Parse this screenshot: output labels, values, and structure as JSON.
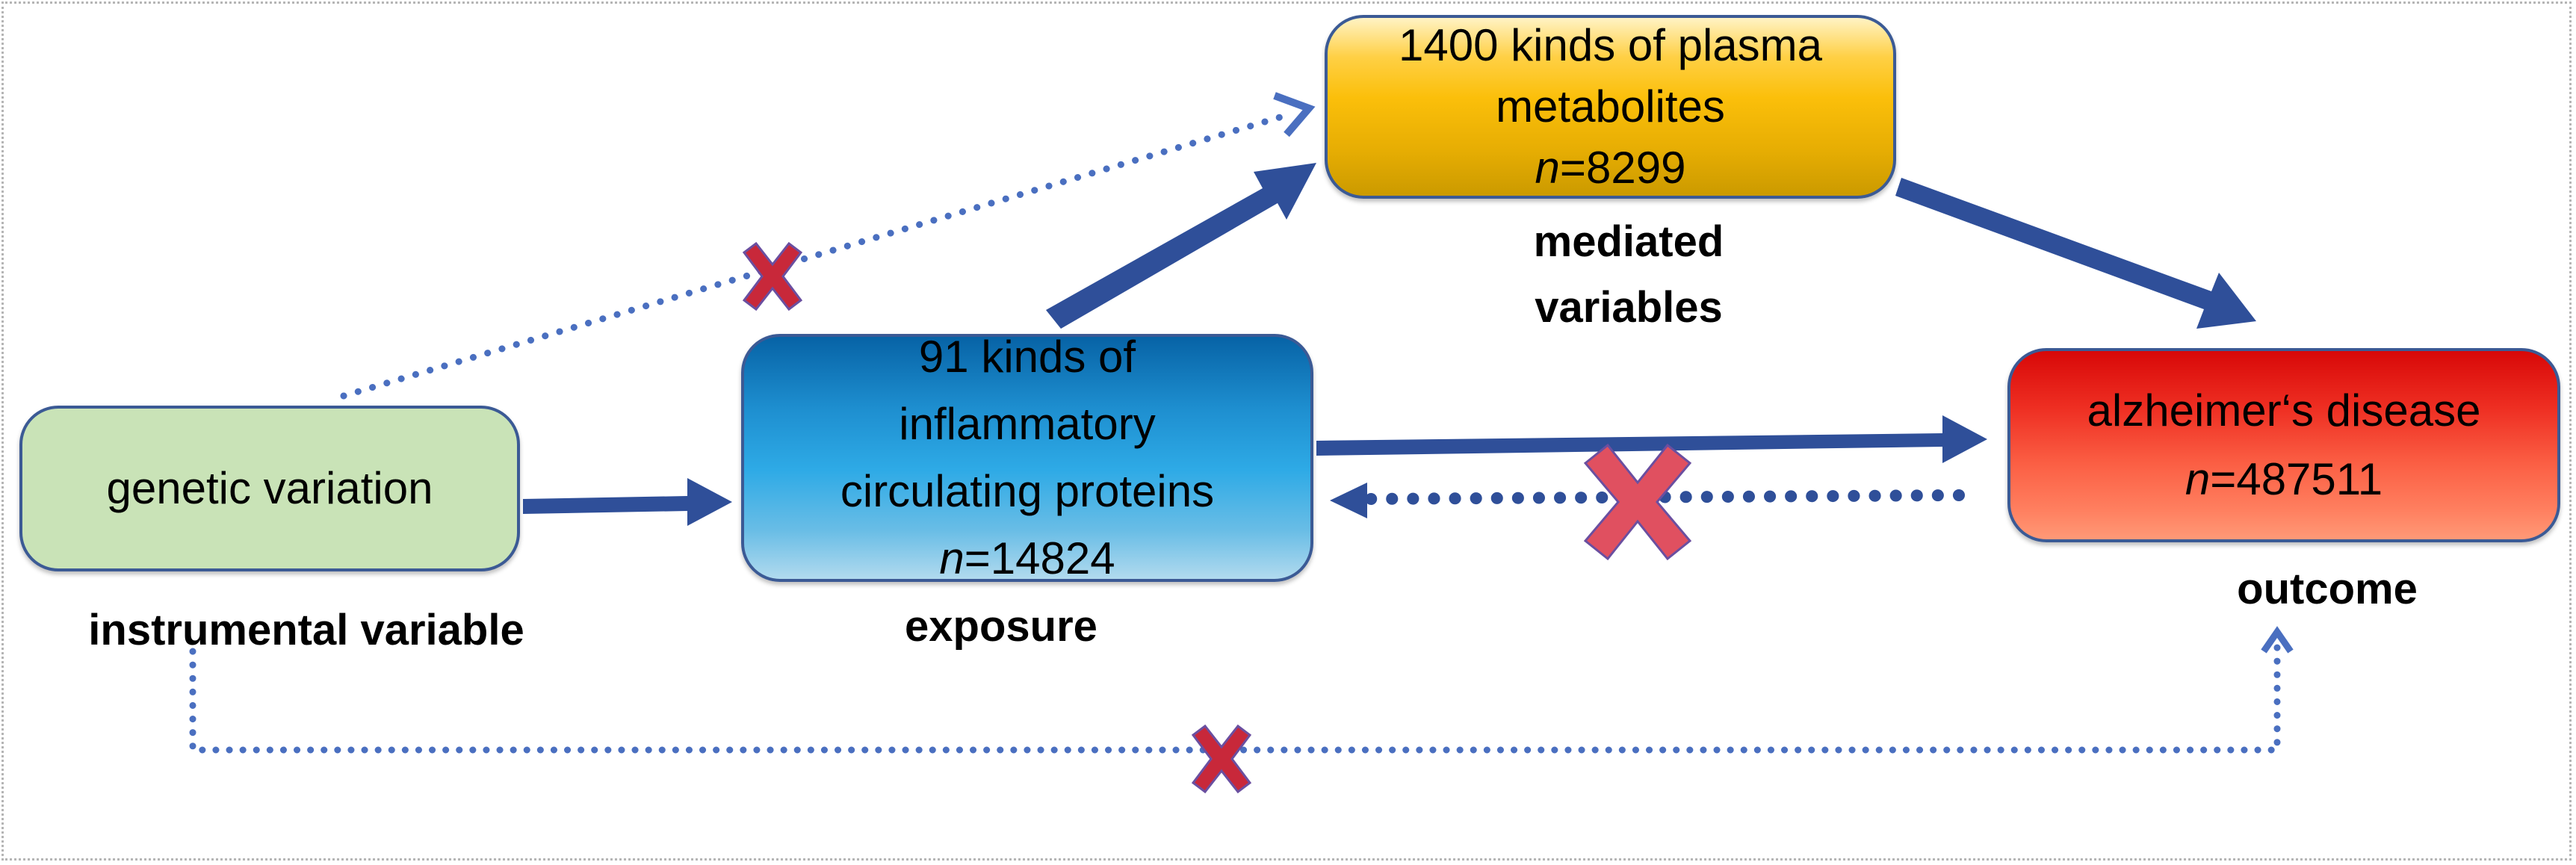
{
  "diagram": {
    "nodes": {
      "instrument": {
        "lines": [
          "genetic variation"
        ],
        "category_label": "instrumental variable",
        "color": "#c9e3b7"
      },
      "exposure": {
        "lines": [
          "91 kinds of",
          "inflammatory",
          "circulating proteins"
        ],
        "n_prefix": "n",
        "n_value": "=14824",
        "category_label": "exposure",
        "color": "#2eaae6"
      },
      "mediator": {
        "lines": [
          "1400 kinds of plasma",
          "metabolites"
        ],
        "n_prefix": "n",
        "n_value": "=8299",
        "category_label_lines": [
          "mediated",
          "variables"
        ],
        "color": "#fbbf0a"
      },
      "outcome": {
        "lines": [
          "alzheimer‘s disease"
        ],
        "n_prefix": "n",
        "n_value": "=487511",
        "category_label": "outcome",
        "color": "#ee2e22"
      }
    },
    "edges": [
      {
        "from": "instrument",
        "to": "exposure",
        "style": "solid",
        "blocked": false
      },
      {
        "from": "exposure",
        "to": "mediator",
        "style": "solid",
        "blocked": false
      },
      {
        "from": "mediator",
        "to": "outcome",
        "style": "solid",
        "blocked": false
      },
      {
        "from": "exposure",
        "to": "outcome",
        "style": "solid",
        "blocked": false
      },
      {
        "from": "outcome",
        "to": "exposure",
        "style": "dotted",
        "blocked": true
      },
      {
        "from": "instrument",
        "to": "mediator",
        "style": "dotted",
        "blocked": true
      },
      {
        "from": "instrument",
        "to": "outcome",
        "style": "dotted",
        "blocked": true
      }
    ],
    "colors": {
      "arrow": "#2f4f99",
      "dotted_arrow": "#4a6fc0",
      "block_mark": "#c8283a",
      "block_mark_large": "#e05060",
      "box_border": "#3b5a95"
    }
  }
}
